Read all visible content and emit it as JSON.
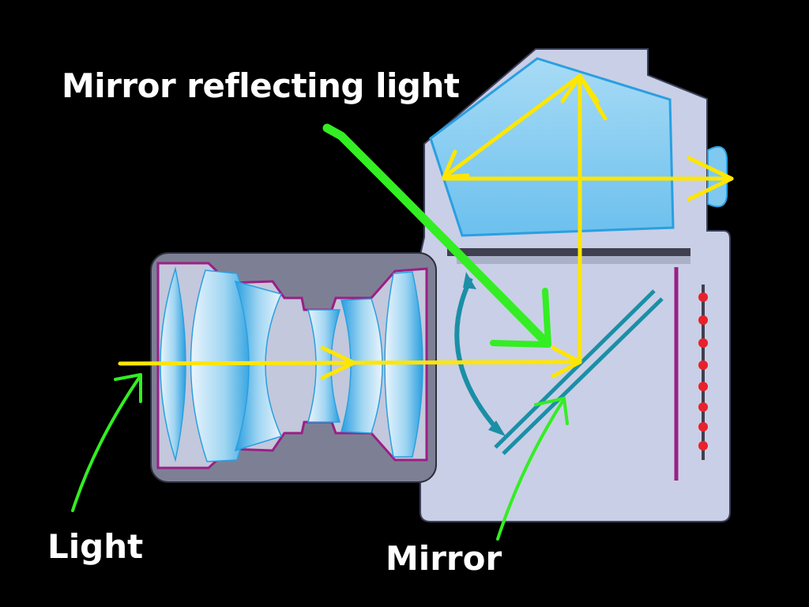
{
  "labels": {
    "mirror_reflecting_light": "Mirror reflecting light",
    "light": "Light",
    "mirror": "Mirror"
  },
  "colors": {
    "background": "#000000",
    "camera_body": "#c9cfe6",
    "body_outline": "#3a3f5a",
    "glass": "#6fc6ef",
    "glass_dark": "#2a9fe0",
    "lens_housing": "#7d8095",
    "lens_outline": "#9b1f85",
    "light_ray": "#ffe600",
    "annotation_arrow": "#33ee22",
    "mirror": "#1a8fa6",
    "sensor_line": "#9b1f85",
    "sensor_dots": "#e8212b"
  }
}
